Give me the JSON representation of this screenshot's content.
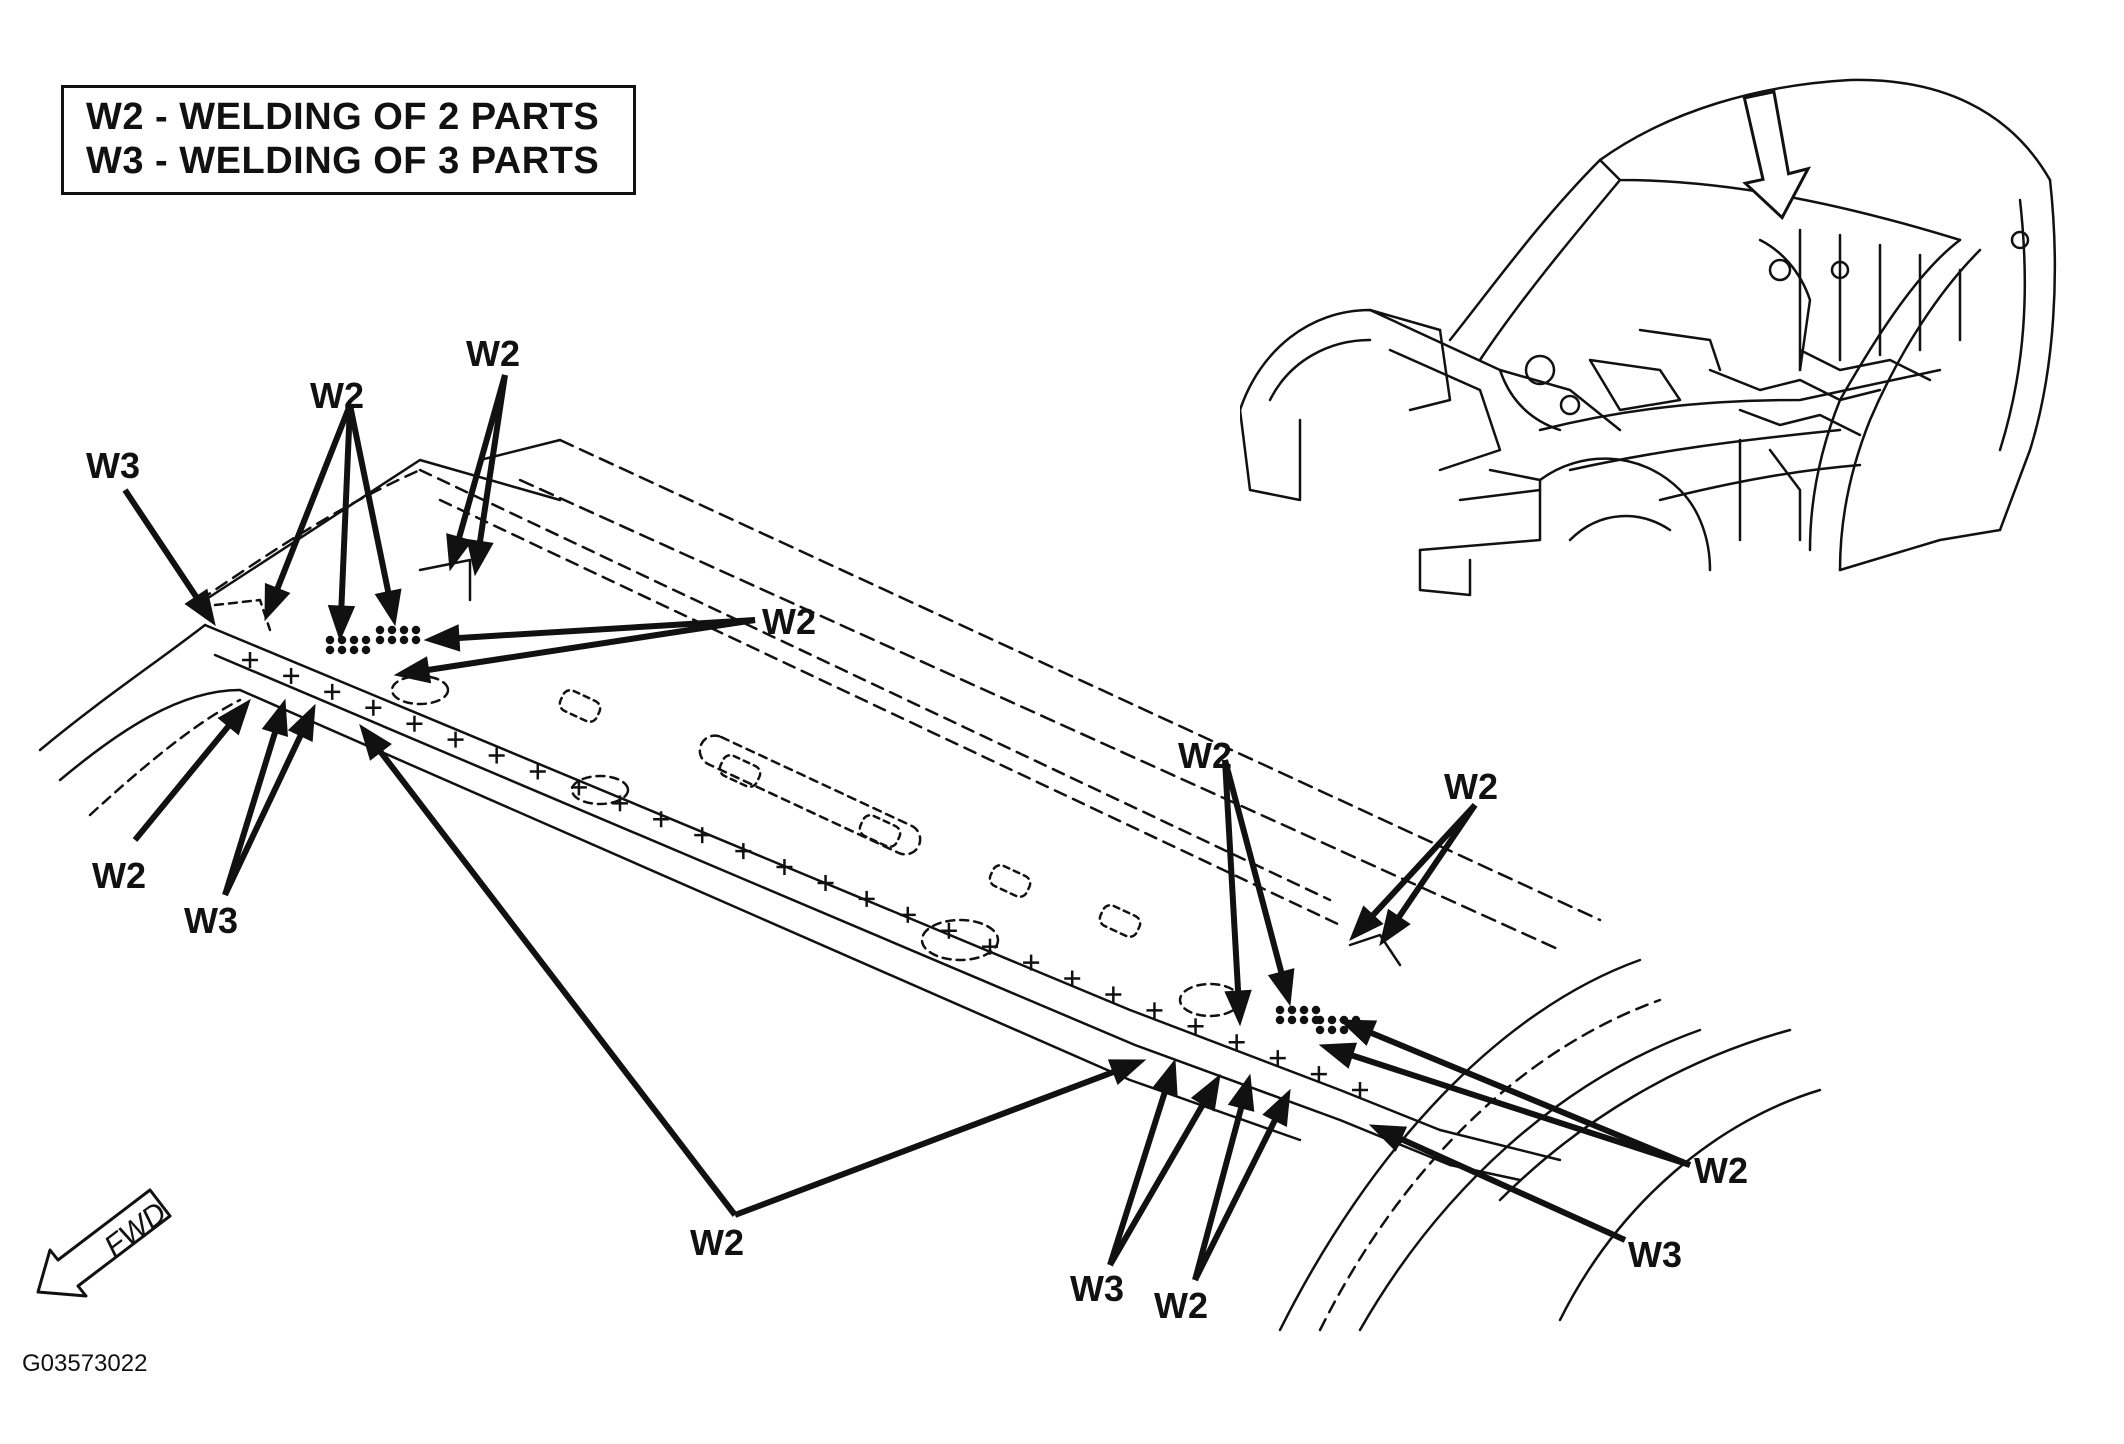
{
  "legend": {
    "w2": "W2 - WELDING OF 2 PARTS",
    "w3": "W3 - WELDING OF 3 PARTS"
  },
  "callouts": [
    {
      "label": "W3"
    },
    {
      "label": "W2"
    },
    {
      "label": "W2"
    },
    {
      "label": "W2"
    },
    {
      "label": "W2"
    },
    {
      "label": "W3"
    },
    {
      "label": "W2"
    },
    {
      "label": "W2"
    },
    {
      "label": "W2"
    },
    {
      "label": "W2"
    },
    {
      "label": "W3"
    },
    {
      "label": "W2"
    },
    {
      "label": "W3"
    }
  ],
  "direction_indicator": "FWD",
  "figure_id": "G03573022"
}
